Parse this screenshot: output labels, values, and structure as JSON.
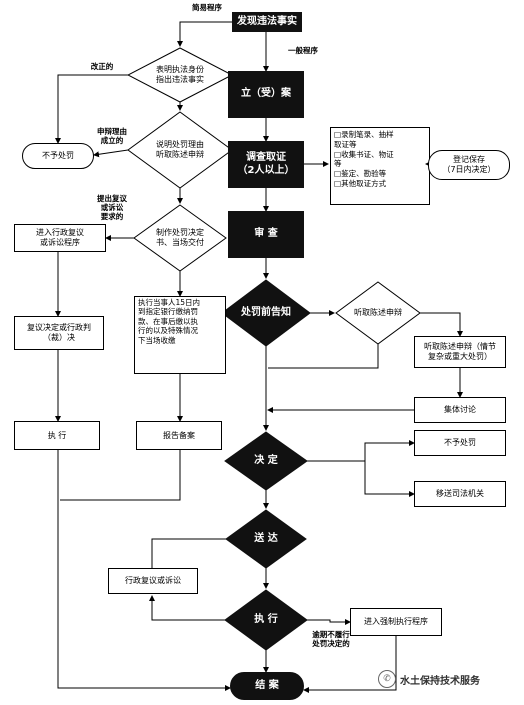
{
  "flow": {
    "label_simple_procedure": "简易程序",
    "discover": "发现违法事实",
    "label_general_procedure": "一般程序",
    "label_correct": "改正的",
    "check_identity": "表明执法身份\n指出违法事实",
    "no_penalty_1": "不予处罚",
    "label_statement_defense": "申辩理由\n成立的",
    "listen_defense": "说明处罚理由\n听取陈述申辩",
    "file_case": "立（受）案",
    "investigate": "调查取证\n（2人以上）",
    "evidence": [
      "□录制笔录、抽样\n  取证等",
      "□收集书证、物证\n  等",
      "□鉴定、勘验等",
      "□其他取证方式"
    ],
    "register_preserve": "登记保存\n（7日内决定）",
    "label_refuse": "提出复议\n或诉讼\n要求的",
    "enter_review": "进入行政复议\n或诉讼程序",
    "make_decision": "制作处罚决定\n书、当场交付",
    "review": "审  查",
    "notify": "处罚前告知",
    "listen_defense_2": "听取陈述申辩",
    "hearing": "听取陈述申辩（情节\n复杂或重大处罚）",
    "execute_note": "执行当事人15日内\n到指定银行缴纳罚\n款、在事后缴以执\n行的以及特殊情况\n下当场收缴",
    "review_decision": "复议决定或行政判\n（裁）决",
    "collective": "集体讨论",
    "execute_left": "执  行",
    "report_filing": "报告备案",
    "decide": "决  定",
    "no_penalty_2": "不予处罚",
    "transfer": "移送司法机关",
    "deliver": "送  达",
    "admin_review": "行政复议或诉讼",
    "execute_main": "执  行",
    "enforce": "进入强制执行程序",
    "label_overdue": "逾期不履行\n处罚决定的",
    "close_case": "结  案"
  },
  "watermark": {
    "icon": "wechat-icon",
    "text": "水土保持技术服务"
  }
}
